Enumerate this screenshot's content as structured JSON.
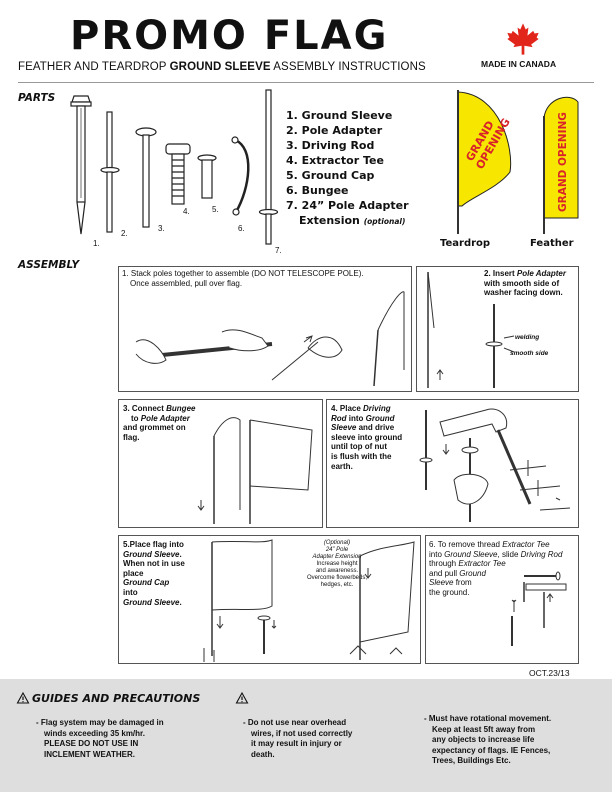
{
  "header": {
    "title": "PROMO FLAG",
    "subtitle_pre": "FEATHER AND TEARDROP ",
    "subtitle_bold": "GROUND SLEEVE",
    "subtitle_post": " ASSEMBLY INSTRUCTIONS",
    "made_in": "MADE IN CANADA",
    "maple_color": "#e1251b"
  },
  "parts": {
    "heading": "PARTS",
    "items": [
      "1. Ground Sleeve",
      "2. Pole Adapter",
      "3. Driving Rod",
      "4. Extractor Tee",
      "5. Ground Cap",
      "6. Bungee",
      "7. 24” Pole Adapter"
    ],
    "item7_line2": "Extension",
    "item7_optional": "(optional)",
    "numbers": [
      "1.",
      "2.",
      "3.",
      "4.",
      "5.",
      "6.",
      "7."
    ]
  },
  "flags": {
    "text": "GRAND OPENING",
    "teardrop_text1": "GRAND",
    "teardrop_text2": "OPENING",
    "teardrop_label": "Teardrop",
    "feather_label": "Feather",
    "fill_color": "#f7e600",
    "text_color": "#d8232a"
  },
  "assembly": {
    "heading": "ASSEMBLY",
    "step1": "1. Stack poles together to assemble (DO NOT TELESCOPE POLE).",
    "step1b": "Once assembled, pull over flag.",
    "step2_a": "2. Insert ",
    "step2_b": "Pole Adapter",
    "step2_c": "with smooth side of",
    "step2_d": "washer facing down.",
    "step2_welding": "welding",
    "step2_smooth": "smooth side",
    "step3_a": "3. Connect ",
    "step3_b": "Bungee",
    "step3_c": "to ",
    "step3_d": "Pole Adapter",
    "step3_e": "and grommet on",
    "step3_f": "flag.",
    "step4_a": "4. Place ",
    "step4_b": "Driving",
    "step4_c": "Rod",
    "step4_d": " into ",
    "step4_e": "Ground",
    "step4_f": "Sleeve",
    "step4_g": " and drive",
    "step4_h": "sleeve into ground",
    "step4_i": "until top of nut",
    "step4_j": "is flush with the",
    "step4_k": "earth.",
    "step5_a": "5.Place flag into",
    "step5_b": "Ground Sleeve",
    "step5_c": "When not in use",
    "step5_d": "place",
    "step5_e": "Ground Cap",
    "step5_f": "into",
    "step5_g": "Ground Sleeve",
    "optional_note": [
      "(Optional)",
      "24” Pole",
      "Adapter Extension",
      "Increase height",
      "and awareness.",
      "Overcome flowerbeds,",
      "hedges, etc."
    ],
    "step6_a": "6. To remove thread ",
    "step6_b": "Extractor Tee",
    "step6_c": "into ",
    "step6_d": "Ground Sleeve",
    "step6_e": ", slide ",
    "step6_f": "Driving Rod",
    "step6_g": "through ",
    "step6_h": "Extractor Tee",
    "step6_i": "and pull ",
    "step6_j": "Ground",
    "step6_k": "Sleeve",
    "step6_l": " from",
    "step6_m": "the ground.",
    "date": "OCT.23/13"
  },
  "guides": {
    "title": "GUIDES AND PRECAUTIONS",
    "warn1": [
      "- Flag system may be damaged in",
      "winds exceeding 35 km/hr.",
      "PLEASE DO NOT USE IN",
      "INCLEMENT WEATHER."
    ],
    "warn2": [
      "- Do not use near overhead",
      "wires, if not used correctly",
      "it may result in injury or",
      "death."
    ],
    "warn3": [
      "- Must have rotational movement.",
      "Keep at least 5ft away from",
      "any objects to increase life",
      "expectancy of flags. IE Fences,",
      "Trees, Buildings Etc."
    ]
  }
}
